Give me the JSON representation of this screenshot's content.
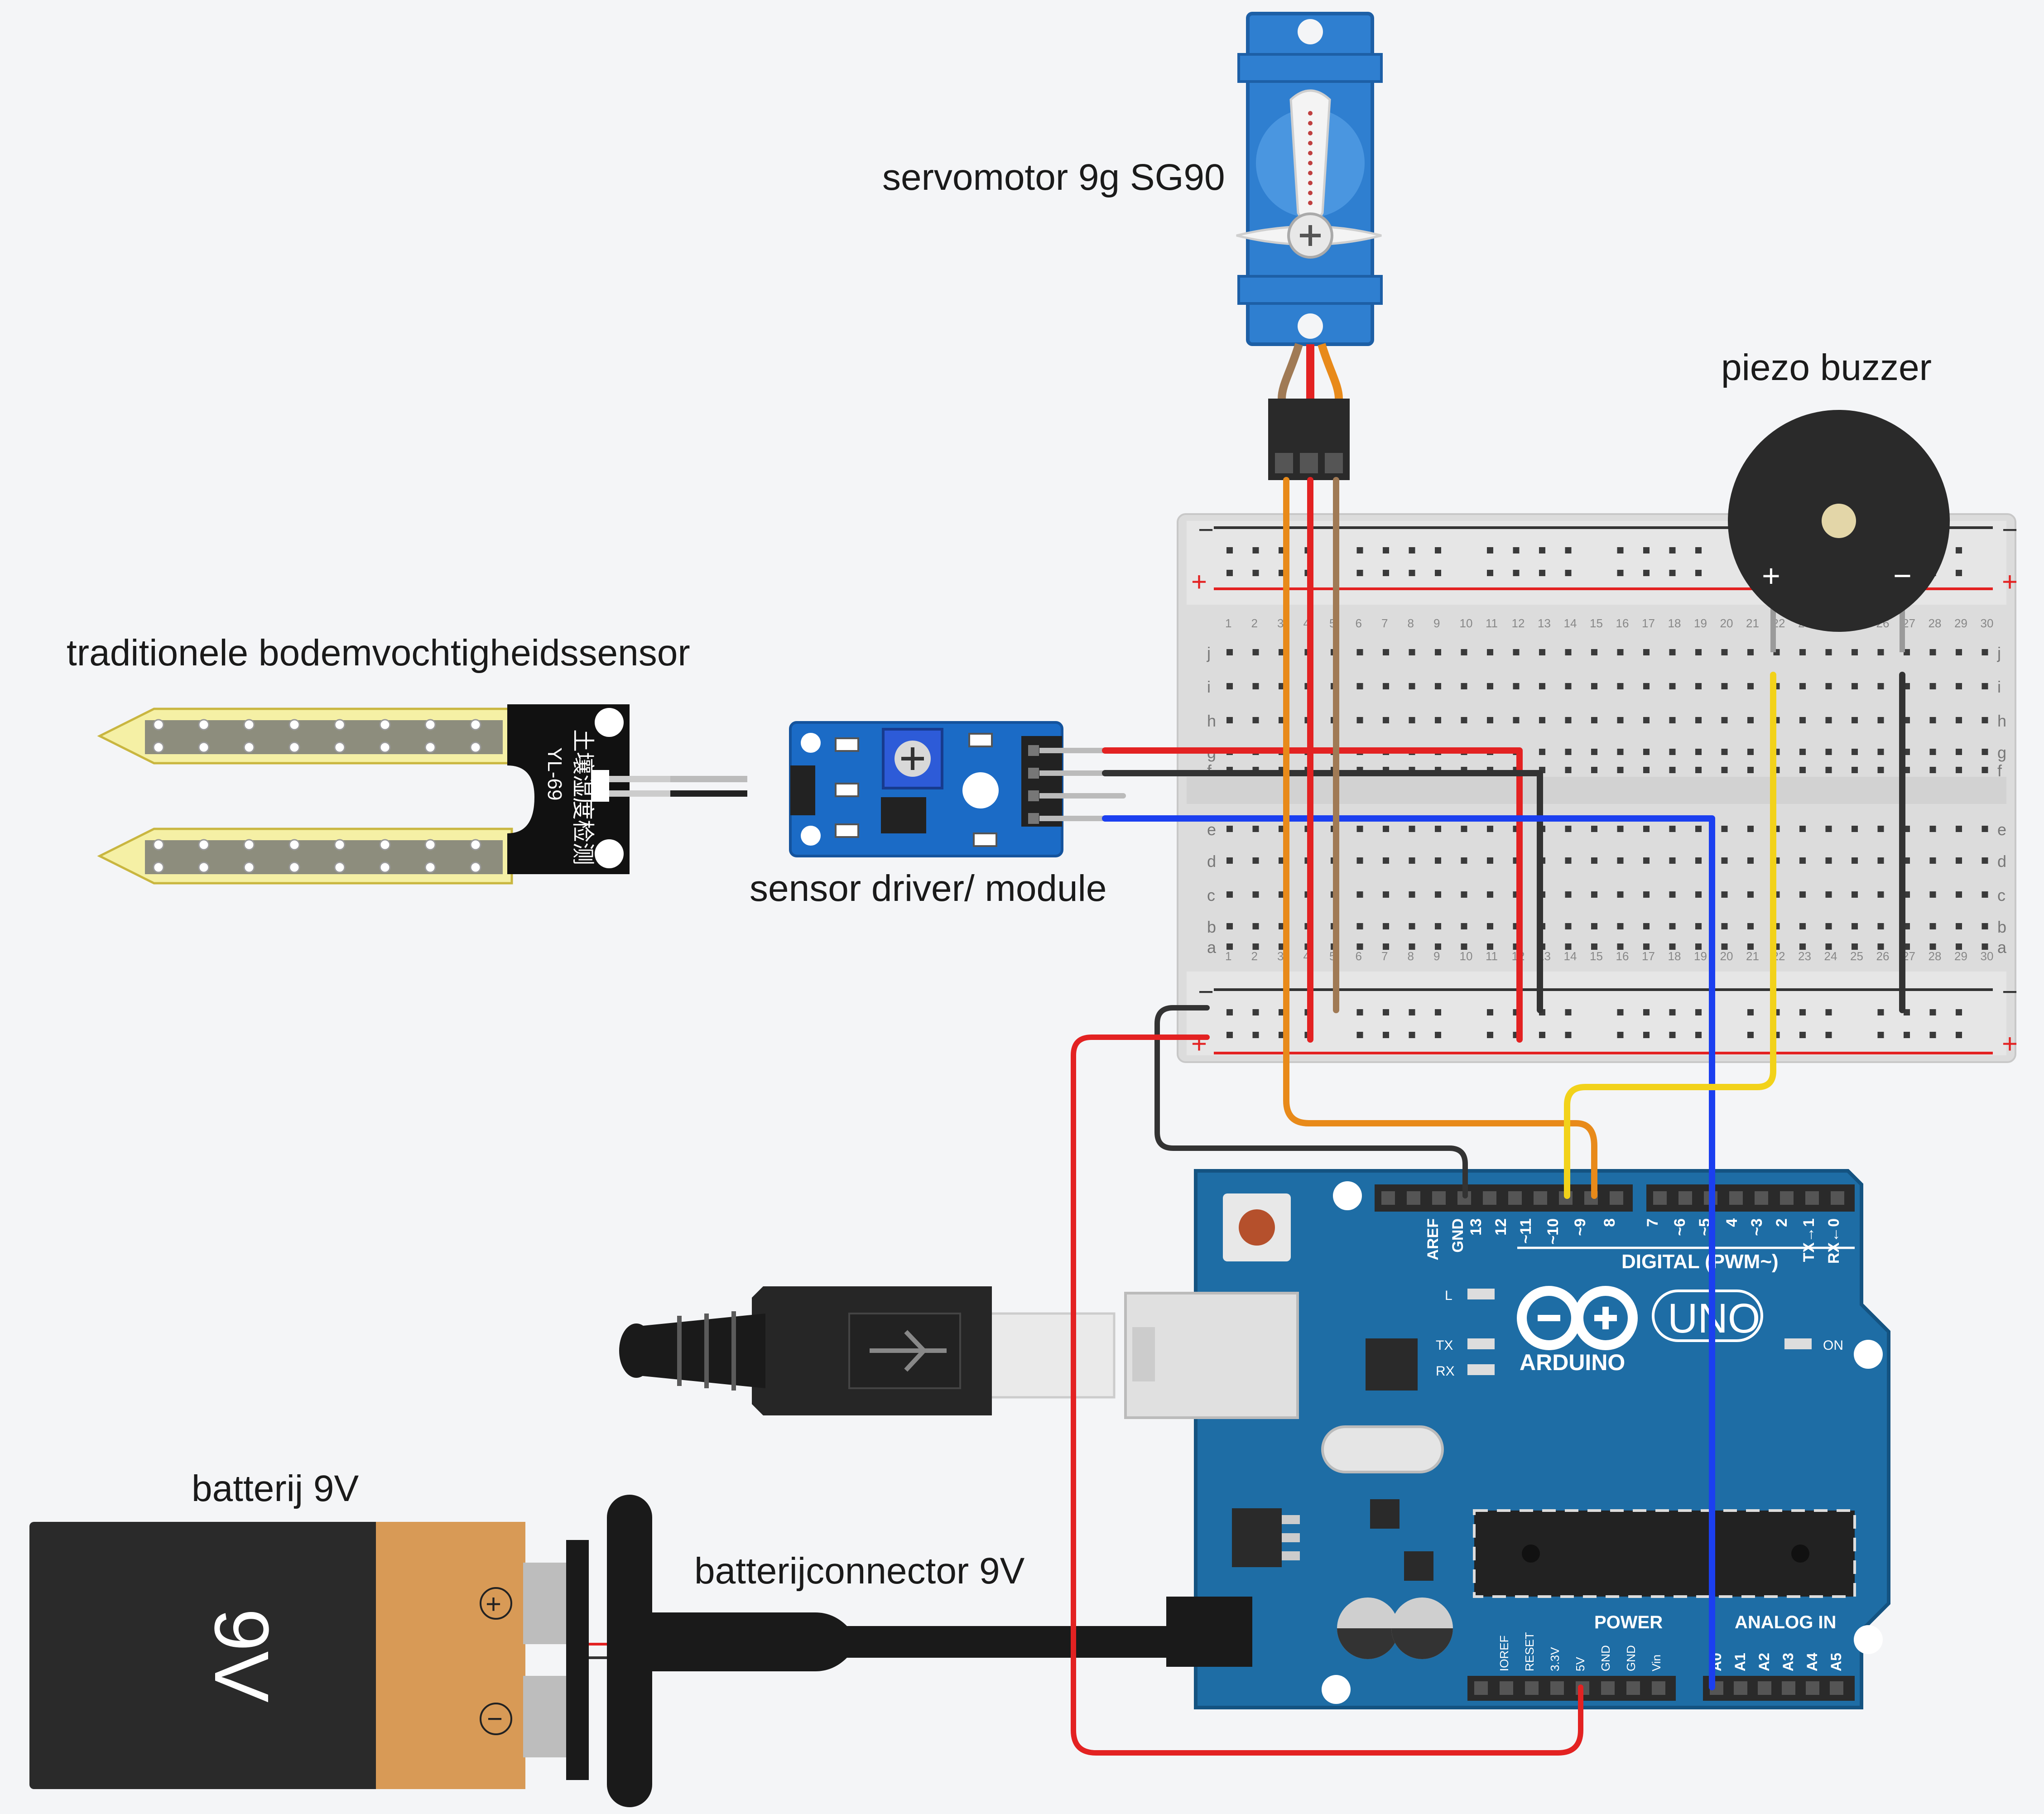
{
  "labels": {
    "servo": "servomotor 9g SG90",
    "buzzer": "piezo buzzer",
    "soil_sensor": "traditionele bodemvochtigheidssensor",
    "driver": "sensor driver/ module",
    "battery": "batterij 9V",
    "connector": "batterijconnector 9V"
  },
  "battery": {
    "face_text": "9V",
    "plus": "+",
    "minus": "−"
  },
  "breadboard": {
    "rail_minus": "−",
    "rail_plus": "+",
    "row_letters_top": [
      "j",
      "i",
      "h",
      "g",
      "f"
    ],
    "row_letters_bottom": [
      "e",
      "d",
      "c",
      "b",
      "a"
    ],
    "column_count": 30
  },
  "buzzer": {
    "plus": "+",
    "minus": "−"
  },
  "sensor_text": {
    "line1": "土壤湿度检测",
    "line2": "YL-69"
  },
  "arduino": {
    "brand": "ARDUINO",
    "model": "UNO",
    "digital_label": "DIGITAL (PWM~)",
    "power_label": "POWER",
    "analog_label": "ANALOG IN",
    "on_label": "ON",
    "l_label": "L",
    "tx_label": "TX",
    "rx_label": "RX",
    "digital_pins": [
      "AREF",
      "GND",
      "13",
      "12",
      "~11",
      "~10",
      "~9",
      "8",
      "7",
      "~6",
      "~5",
      "4",
      "~3",
      "2",
      "TX→1",
      "RX←0"
    ],
    "power_pins": [
      "IOREF",
      "RESET",
      "3.3V",
      "5V",
      "GND",
      "GND",
      "Vin"
    ],
    "analog_pins": [
      "A0",
      "A1",
      "A2",
      "A3",
      "A4",
      "A5"
    ]
  },
  "wire_colors": {
    "red": "#e32222",
    "black": "#333333",
    "blue": "#1b3ff0",
    "orange": "#e88a1a",
    "yellow": "#f2d21a",
    "brown": "#a07a55"
  }
}
